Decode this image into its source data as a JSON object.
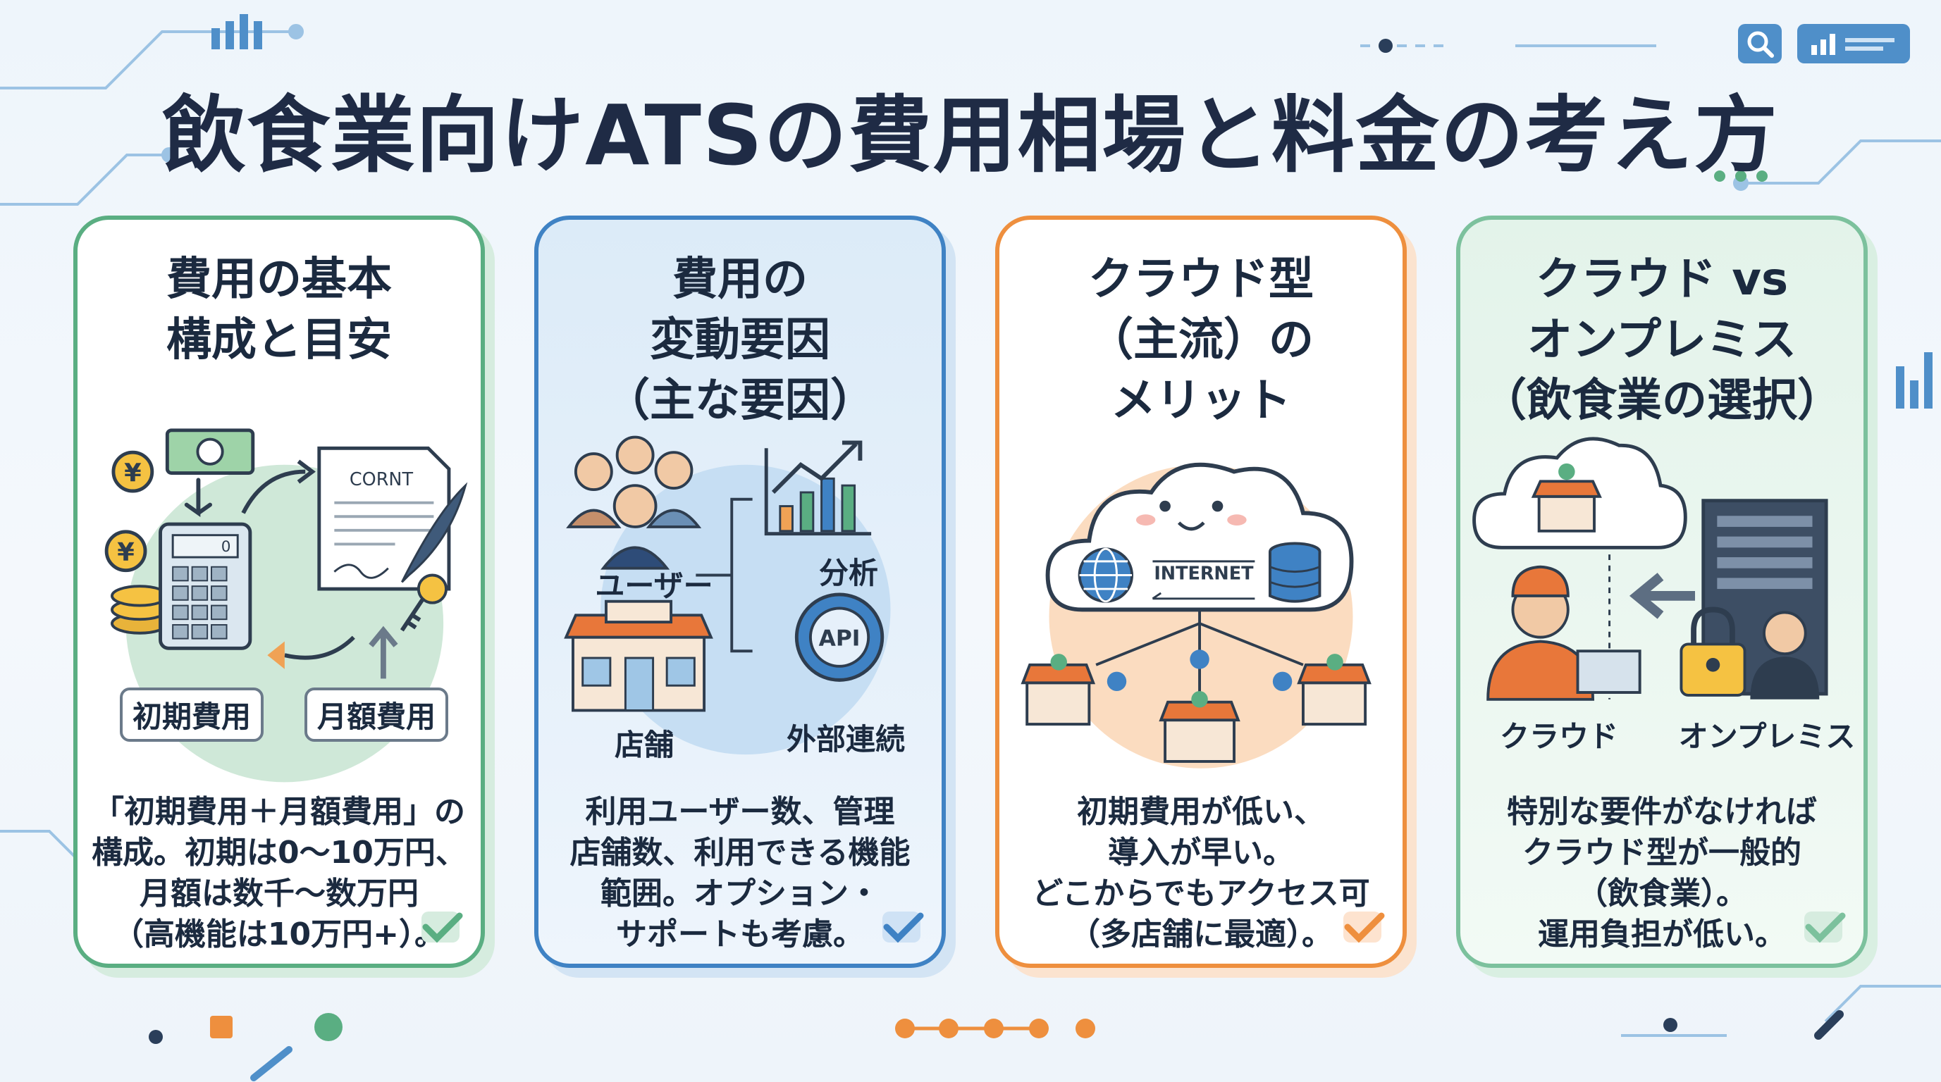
{
  "title": "飲食業向けATSの費用相場と料金の考え方",
  "colors": {
    "green": "#5aae82",
    "blue": "#3f82c4",
    "orange": "#ee8f3e",
    "mint": "#7cc19d",
    "navy": "#1f2b45"
  },
  "cards": [
    {
      "title": "費用の基本\n構成と目安",
      "doc_label": "CORNT",
      "tags": [
        "初期費用",
        "月額費用"
      ],
      "body": "「初期費用＋月額費用」の\n構成。初期は0〜10万円、\n月額は数千〜数万円\n（高機能は10万円+）。"
    },
    {
      "title": "費用の\n変動要因\n（主な要因）",
      "labels": [
        "ユーザー",
        "分析",
        "店舗",
        "外部連続"
      ],
      "api_label": "API",
      "body": "利用ユーザー数、管理\n店舗数、利用できる機能\n範囲。オプション・\nサポートも考慮。"
    },
    {
      "title": "クラウド型\n（主流）の\nメリット",
      "internet_label": "INTERNET",
      "body": "初期費用が低い、\n導入が早い。\nどこからでもアクセス可\n（多店舗に最適）。"
    },
    {
      "title": "クラウド vs\nオンプレミス\n（飲食業の選択）",
      "labels": [
        "クラウド",
        "オンプレミス"
      ],
      "body": "特別な要件がなければ\nクラウド型が一般的\n（飲食業）。\n運用負担が低い。"
    }
  ],
  "icons": [
    "search-icon",
    "bar-chart-icon",
    "check-icon",
    "cloud-icon",
    "server-icon",
    "lock-icon",
    "globe-icon",
    "database-icon",
    "store-icon",
    "calculator-icon",
    "coin-icon",
    "banknote-icon",
    "document-icon",
    "key-icon",
    "quill-icon",
    "api-gear-icon",
    "growth-chart-icon",
    "people-icon"
  ]
}
